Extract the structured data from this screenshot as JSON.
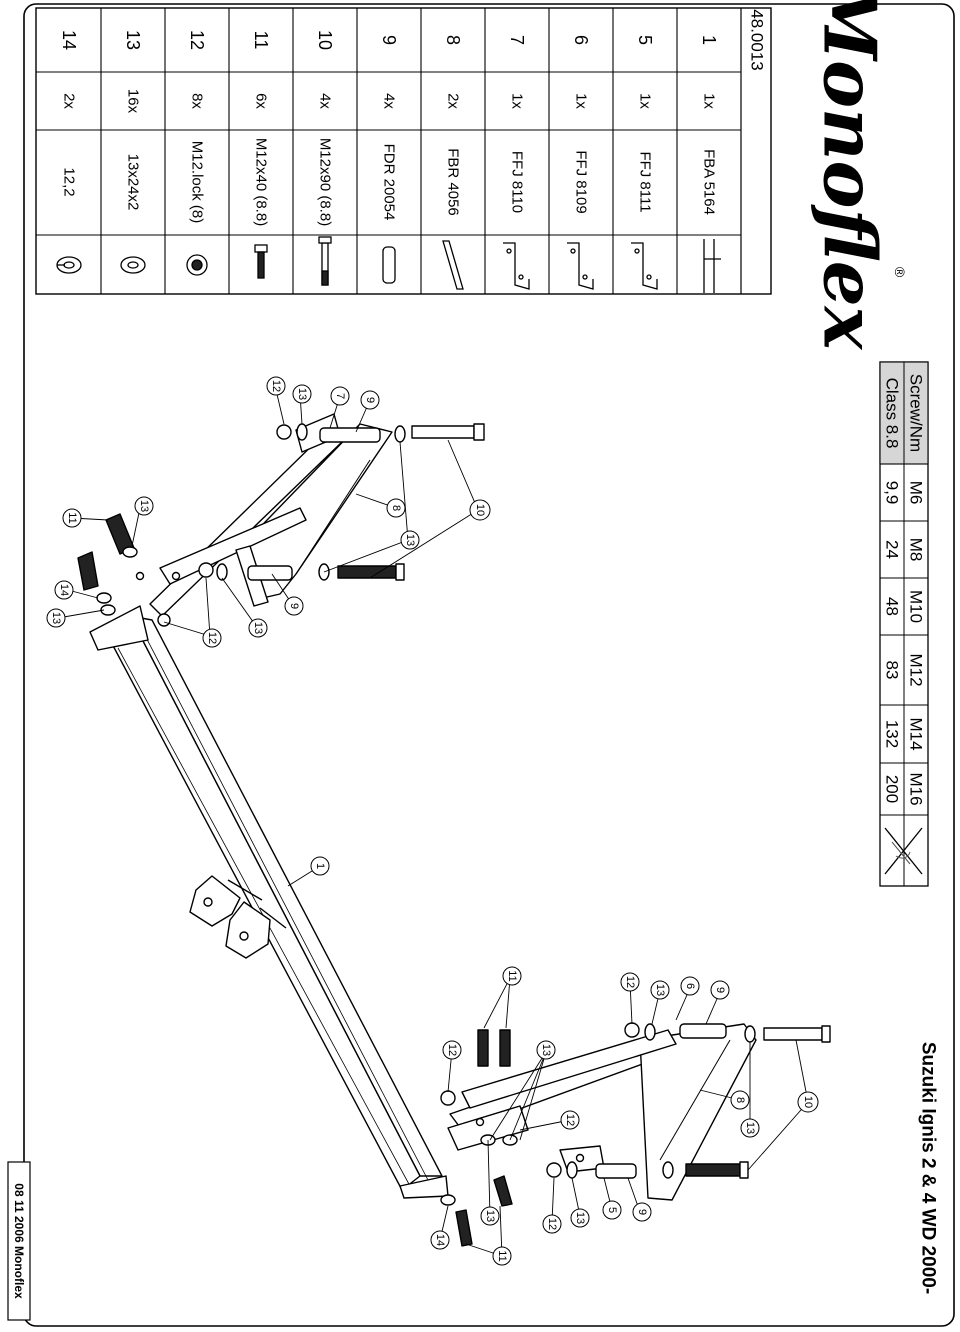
{
  "brand": {
    "logo_text": "Monoflex",
    "registered_mark": "®"
  },
  "document": {
    "catalog_number": "48.0013",
    "vehicle_title": "Suzuki Ignis 2 & 4 WD 2000-",
    "footer_date": "08 11 2006 Monoflex"
  },
  "parts_list": [
    {
      "no": "1",
      "qty": "1x",
      "name": "FBA 5164",
      "icon": "crossbar-icon"
    },
    {
      "no": "5",
      "qty": "1x",
      "name": "FFJ 8111",
      "icon": "bracket-icon"
    },
    {
      "no": "6",
      "qty": "1x",
      "name": "FFJ 8109",
      "icon": "bracket-icon"
    },
    {
      "no": "7",
      "qty": "1x",
      "name": "FFJ 8110",
      "icon": "bracket-icon"
    },
    {
      "no": "8",
      "qty": "2x",
      "name": "FBR 4056",
      "icon": "strap-icon"
    },
    {
      "no": "9",
      "qty": "4x",
      "name": "FDR 20054",
      "icon": "spacer-tube-icon"
    },
    {
      "no": "10",
      "qty": "4x",
      "name": "M12x90 (8.8)",
      "icon": "long-bolt-icon"
    },
    {
      "no": "11",
      "qty": "6x",
      "name": "M12x40 (8.8)",
      "icon": "short-bolt-icon"
    },
    {
      "no": "12",
      "qty": "8x",
      "name": "M12.lock (8)",
      "icon": "lock-nut-icon"
    },
    {
      "no": "13",
      "qty": "16x",
      "name": "13x24x2",
      "icon": "washer-icon"
    },
    {
      "no": "14",
      "qty": "2x",
      "name": "12,2",
      "icon": "spring-washer-icon"
    }
  ],
  "torque_table": {
    "header": "Screw/Nm",
    "row_label": "Class 8.8",
    "columns": [
      "M6",
      "M8",
      "M10",
      "M12",
      "M14",
      "M16"
    ],
    "values": [
      "9,9",
      "24",
      "48",
      "83",
      "132",
      "200"
    ]
  },
  "callouts": {
    "c1": "1",
    "c5": "5",
    "c6": "6",
    "c7": "7",
    "c8": "8",
    "c9": "9",
    "c10": "10",
    "c11": "11",
    "c12": "12",
    "c13": "13",
    "c14": "14"
  }
}
